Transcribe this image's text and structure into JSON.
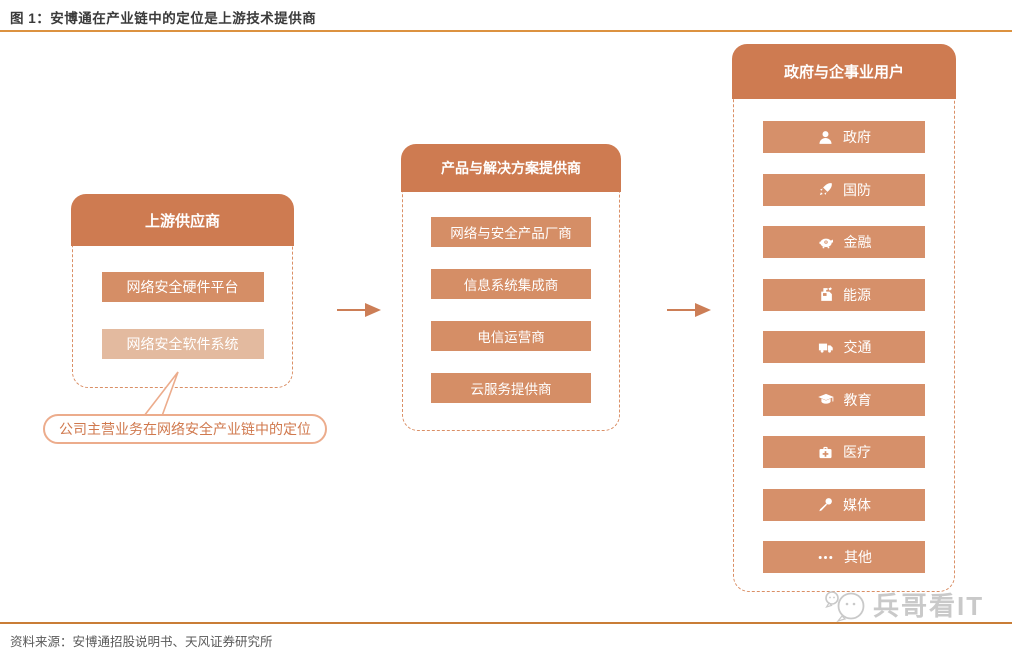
{
  "figure": {
    "title": "图 1：安博通在产业链中的定位是上游技术提供商",
    "source": "资料来源：安博通招股说明书、天风证券研究所",
    "watermark": "兵哥看IT"
  },
  "callout": {
    "text": "公司主营业务在网络安全产业链中的定位"
  },
  "columns": {
    "upstream": {
      "header": "上游供应商",
      "items": [
        {
          "label": "网络安全硬件平台",
          "variant": "solid"
        },
        {
          "label": "网络安全软件系统",
          "variant": "light"
        }
      ]
    },
    "midstream": {
      "header": "产品与解决方案提供商",
      "items": [
        {
          "label": "网络与安全产品厂商"
        },
        {
          "label": "信息系统集成商"
        },
        {
          "label": "电信运营商"
        },
        {
          "label": "云服务提供商"
        }
      ]
    },
    "downstream": {
      "header": "政府与企事业用户",
      "items": [
        {
          "icon": "government-icon",
          "label": "政府"
        },
        {
          "icon": "defense-rocket-icon",
          "label": "国防"
        },
        {
          "icon": "finance-piggybank-icon",
          "label": "金融"
        },
        {
          "icon": "energy-fuel-icon",
          "label": "能源"
        },
        {
          "icon": "transport-truck-icon",
          "label": "交通"
        },
        {
          "icon": "education-gradcap-icon",
          "label": "教育"
        },
        {
          "icon": "medical-kit-icon",
          "label": "医疗"
        },
        {
          "icon": "media-microphone-icon",
          "label": "媒体"
        },
        {
          "icon": "other-ellipsis-icon",
          "label": "其他"
        }
      ]
    }
  },
  "flow": {
    "direction": "upstream → midstream → downstream"
  },
  "colors": {
    "c-header": "#ce7b51",
    "c-item": "#d58e66",
    "c-item-right": "#d6906a",
    "c-item-light": "#e3ba9f",
    "c-dash": "#da8f66",
    "c-callout-border": "#ecac8c",
    "c-callout-text": "#d0794e",
    "c-arrow": "#cc7e56",
    "c-rule-top": "#dc9240",
    "c-rule-bottom": "#c97d36",
    "c-source": "#595959",
    "c-title": "#3a3a3a",
    "c-watermark": "#c9c9c9"
  }
}
